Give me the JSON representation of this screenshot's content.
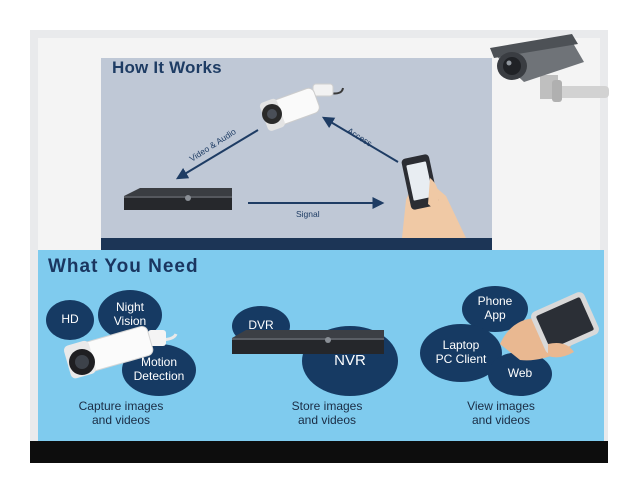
{
  "how_it_works": {
    "title": "How It Works",
    "arrows": {
      "video_audio": "Video & Audio",
      "access": "Access",
      "signal": "Signal"
    }
  },
  "what_you_need": {
    "title": "What You Need",
    "features": {
      "hd": "HD",
      "night_vision": "Night\nVision",
      "motion_detection": "Motion\nDetection",
      "dvr": "DVR",
      "nvr": "NVR",
      "phone_app": "Phone\nApp",
      "laptop_pc_client": "Laptop\nPC Client",
      "web": "Web"
    },
    "captions": {
      "capture": "Capture images\nand videos",
      "store": "Store images\nand videos",
      "view": "View images\nand videos"
    }
  },
  "colors": {
    "navy": "#163a63",
    "sky_blue_panel": "#7fcbee",
    "gray_blue_panel": "#bfc8d6",
    "arrow_blue": "#1e3c64"
  },
  "icons": [
    "security-camera-icon",
    "bullet-camera-icon",
    "recorder-icon",
    "phone-in-hand-icon"
  ]
}
